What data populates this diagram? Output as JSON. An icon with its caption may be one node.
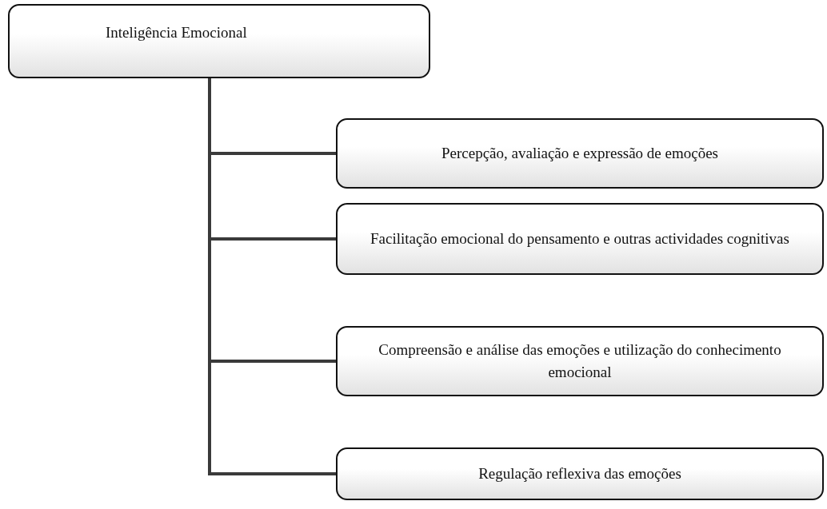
{
  "diagram": {
    "nodes": [
      {
        "text": [
          "Inteligência Emocional"
        ]
      },
      {
        "text": [
          "Percepção, avaliação e expressão de emoções"
        ]
      },
      {
        "text": [
          "Facilitação emocional do pensamento e outras actividades cognitivas"
        ]
      },
      {
        "text": [
          "Compreensão e análise das emoções e utilização do conhecimento emocional"
        ]
      },
      {
        "text": [
          "Regulação reflexiva das emoções"
        ]
      }
    ],
    "edges": [
      {
        "from": 0,
        "to": 1,
        "arrow": "none"
      },
      {
        "from": 0,
        "to": 2,
        "arrow": "none"
      },
      {
        "from": 0,
        "to": 3,
        "arrow": "none"
      },
      {
        "from": 0,
        "to": 4,
        "arrow": "none"
      }
    ]
  }
}
